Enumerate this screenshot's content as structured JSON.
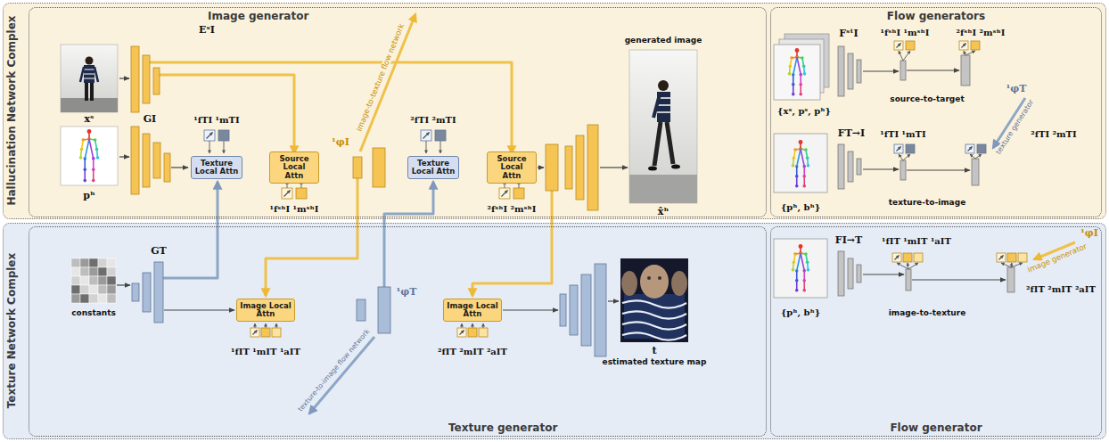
{
  "diagram": {
    "nodes": [
      {
        "text": [
          "Hallucination Network Complex"
        ]
      },
      {
        "text": [
          "Image generator"
        ],
        "in": 0
      },
      {
        "text": [
          "Texture Local Attn"
        ],
        "in": 1
      },
      {
        "text": [
          "Source Local Attn"
        ],
        "in": 1
      },
      {
        "text": [
          "Texture Local Attn"
        ],
        "in": 1
      },
      {
        "text": [
          "Source Local Attn"
        ],
        "in": 1
      },
      {
        "text": [
          "Flow generators"
        ],
        "in": 0
      },
      {
        "text": [
          "Texture Network Complex"
        ]
      },
      {
        "text": [
          "Texture generator"
        ],
        "in": 7
      },
      {
        "text": [
          "Image Local Attn"
        ],
        "in": 8
      },
      {
        "text": [
          "Image Local Attn"
        ],
        "in": 8
      },
      {
        "text": [
          "Flow generator"
        ],
        "in": 7
      }
    ],
    "edges": [
      {
        "from": 2,
        "to": 3,
        "arrow": "to"
      },
      {
        "from": 3,
        "to": 4,
        "arrow": "to"
      },
      {
        "from": 4,
        "to": 5,
        "arrow": "to"
      },
      {
        "from": 9,
        "to": 10,
        "arrow": "to"
      }
    ],
    "labels": [
      "xˢ",
      "pʰ",
      "EˢI",
      "GI",
      "¹fTI ¹mTI",
      "image-to-texture flow network",
      "¹φI",
      "²fTI ²mTI",
      "generated image",
      "x̂ʰ",
      "¹fˢʰI ¹mˢʰI",
      "²fˢʰI ²mˢʰI",
      "FˢᵗI",
      "¹fˢʰI ¹mˢʰI",
      "²fˢʰI ²mˢʰI",
      "{xˢ, pˢ, pʰ}",
      "source-to-target",
      "texture generator",
      "¹φT",
      "FT→I",
      "¹fTI ¹mTI",
      "²fTI ²mTI",
      "{pʰ, bʰ}",
      "texture-to-image",
      "constants",
      "GT",
      "¹fIT ¹mIT ¹aIT",
      "¹φT",
      "texture-to-image flow network",
      "²fIT ²mIT ²aIT",
      "t",
      "estimated texture map",
      "FI→T",
      "¹fIT ¹mIT ¹aIT",
      "image generator",
      "¹φI",
      "²fIT ²mIT ²aIT",
      "{pʰ, bʰ}",
      "image-to-texture"
    ]
  }
}
